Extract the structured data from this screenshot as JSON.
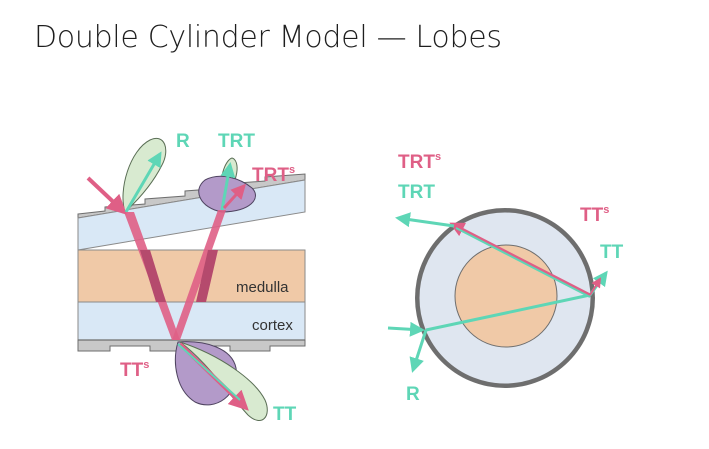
{
  "title": "Double Cylinder Model — Lobes",
  "left_diagram": {
    "layers": {
      "medulla": "medulla",
      "cortex": "cortex"
    },
    "labels": {
      "r": "R",
      "trt": "TRT",
      "trt_s": "TRT",
      "trt_s_sup": "s",
      "tt_s": "TT",
      "tt_s_sup": "s",
      "tt": "TT"
    }
  },
  "right_diagram": {
    "labels": {
      "trt_s": "TRT",
      "trt_s_sup": "s",
      "trt": "TRT",
      "tt_s": "TT",
      "tt_s_sup": "s",
      "tt": "TT",
      "r": "R"
    }
  },
  "colors": {
    "teal": "#5ed6b6",
    "pink": "#df5f86",
    "medulla": "#f0c9a7",
    "cortex": "#d9e8f6",
    "r_lobe": "#d8ead0",
    "trt_lobe": "#b39ac9",
    "cross_section_outer": "#dfe6f0"
  }
}
